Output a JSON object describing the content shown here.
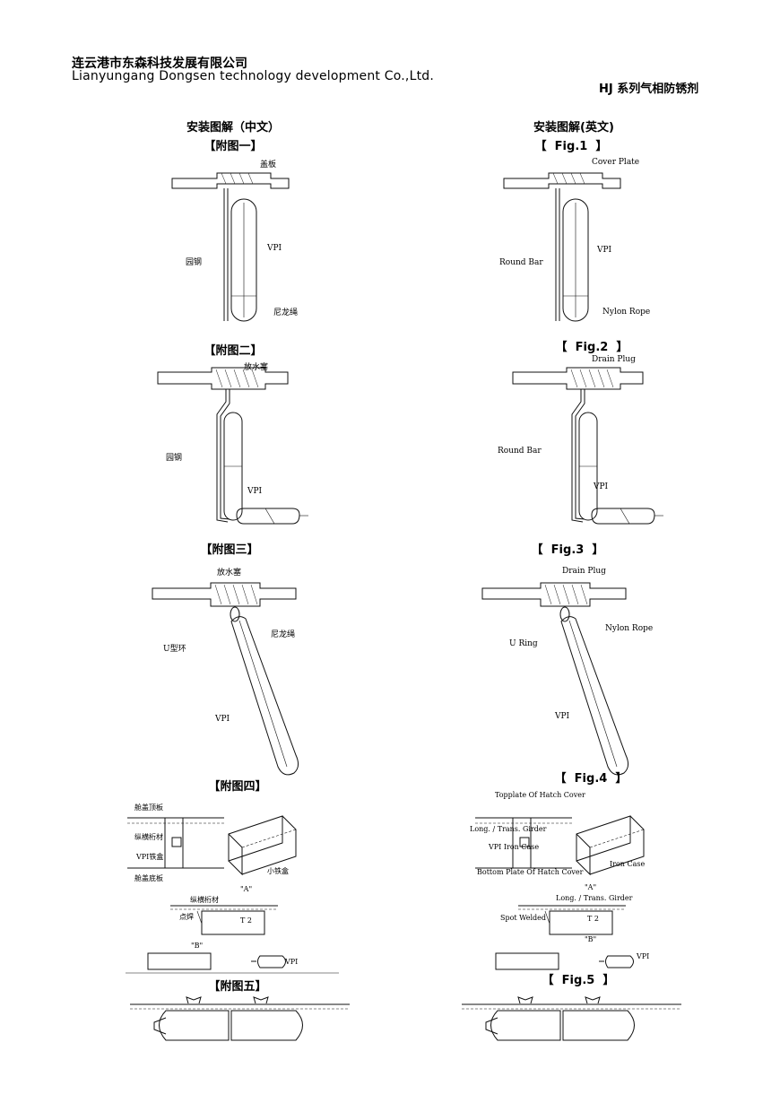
{
  "header": {
    "company_cn": "连云港市东森科技发展有限公司",
    "company_en": "Lianyungang Dongsen technology development Co.,Ltd.",
    "product": "HJ 系列气相防锈剂"
  },
  "columns": {
    "cn_title": "安装图解（中文）",
    "en_title": "安装图解(英文)"
  },
  "cn": {
    "fig1": {
      "label": "【附图一】",
      "cover_plate": "盖板",
      "vpi": "VPI",
      "round_bar": "园钢",
      "nylon_rope": "尼龙绳"
    },
    "fig2": {
      "label": "【附图二】",
      "drain_plug": "放水塞",
      "round_bar": "园钢",
      "vpi": "VPI"
    },
    "fig3": {
      "label": "【附图三】",
      "drain_plug": "放水塞",
      "nylon_rope": "尼龙绳",
      "u_ring": "U型环",
      "vpi": "VPI"
    },
    "fig4": {
      "label": "【附图四】",
      "top_plate": "舱盖顶板",
      "girder": "纵横桁材",
      "iron_case": "VPI铁盒",
      "bottom_plate": "舱盖底板",
      "small_box": "小铁盒",
      "mark_a": "\"A\"",
      "girder_a": "纵横桁材",
      "spot_weld": "点焊",
      "t2": "T 2",
      "mark_b": "\"B\"",
      "vpi": "VPI"
    },
    "fig5": {
      "label": "【附图五】"
    }
  },
  "en": {
    "fig1": {
      "label": "【  Fig.1  】",
      "cover_plate": "Cover Plate",
      "vpi": "VPI",
      "round_bar": "Round Bar",
      "nylon_rope": "Nylon Rope"
    },
    "fig2": {
      "label": "【  Fig.2  】",
      "drain_plug": "Drain Plug",
      "round_bar": "Round Bar",
      "vpi": "VPI"
    },
    "fig3": {
      "label": "【  Fig.3  】",
      "drain_plug": "Drain Plug",
      "nylon_rope": "Nylon Rope",
      "u_ring": "U Ring",
      "vpi": "VPI"
    },
    "fig4": {
      "label": "【  Fig.4  】",
      "top_plate": "Topplate Of Hatch Cover",
      "girder": "Long. / Trans. Girder",
      "iron_case": "VPI Iron Case",
      "bottom_plate": "Bottom Plate Of Hatch Cover",
      "small_box": "Iron Case",
      "mark_a": "\"A\"",
      "girder_a": "Long. / Trans. Girder",
      "spot_weld": "Spot Welded",
      "t2": "T 2",
      "mark_b": "\"B\"",
      "vpi": "VPI"
    },
    "fig5": {
      "label": "【  Fig.5  】"
    }
  }
}
